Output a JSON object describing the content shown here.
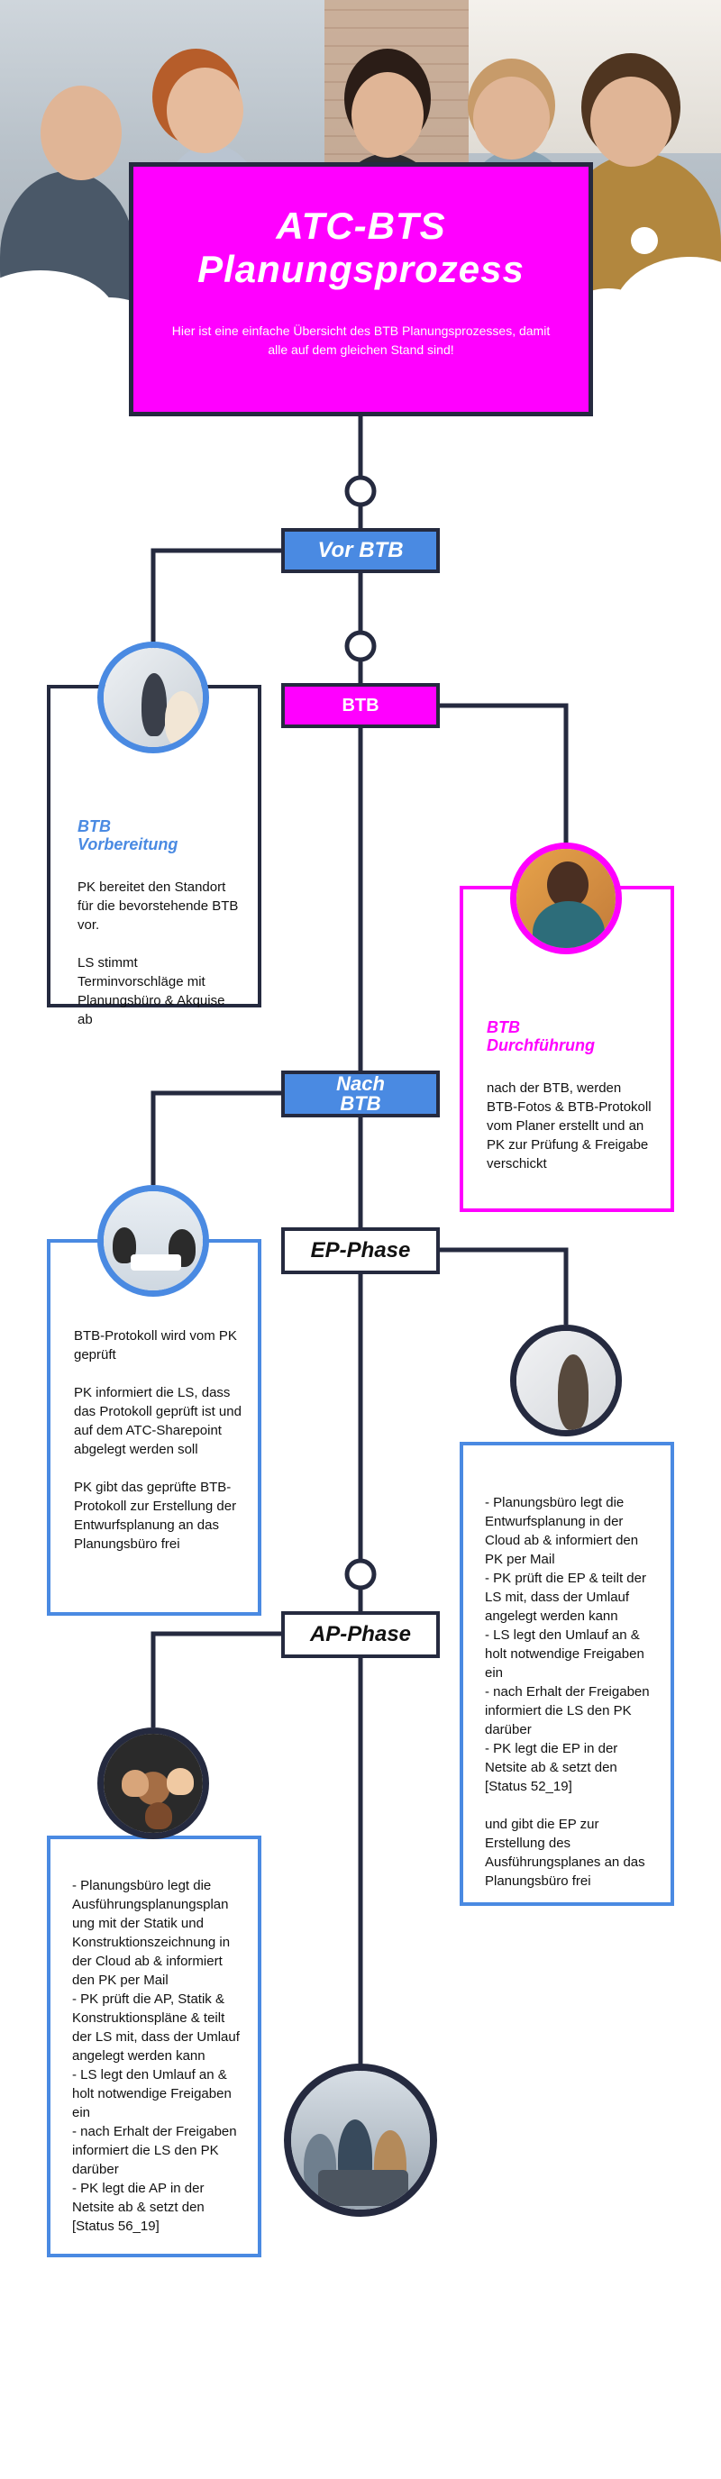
{
  "header": {
    "title": "ATC-BTS\nPlanungsprozess",
    "subtitle": "Hier ist eine einfache Übersicht des BTB Planungsprozesses, damit alle auf dem gleichen Stand sind!"
  },
  "phases": {
    "vor_btb": "Vor BTB",
    "btb": "BTB",
    "nach_btb": "Nach\nBTB",
    "ep": "EP-Phase",
    "ap": "AP-Phase"
  },
  "cards": {
    "vorbereitung": {
      "heading": "BTB\nVorbereitung",
      "body": "PK bereitet den Standort für die bevorstehende BTB vor.\n\nLS stimmt Terminvorschläge mit Planungsbüro & Akquise ab"
    },
    "durchfuehrung": {
      "heading": "BTB\nDurchführung",
      "body": "nach der BTB, werden BTB-Fotos & BTB-Protokoll vom Planer erstellt und an PK zur Prüfung & Freigabe verschickt"
    },
    "protokoll": {
      "body": "BTB-Protokoll wird vom PK geprüft\n\nPK informiert die LS, dass das Protokoll geprüft ist und auf dem ATC-Sharepoint abgelegt werden soll\n\nPK gibt das geprüfte BTB-Protokoll zur Erstellung der Entwurfsplanung an das Planungsbüro frei"
    },
    "ep": {
      "body": "- Planungsbüro legt die Entwurfsplanung in der Cloud ab & informiert den PK per Mail\n- PK prüft die EP & teilt der LS mit, dass der Umlauf angelegt werden kann\n- LS legt den Umlauf an & holt notwendige Freigaben ein\n- nach Erhalt der Freigaben informiert die LS den PK darüber\n- PK legt die EP in der Netsite ab & setzt den [Status 52_19]\n\nund gibt die EP zur Erstellung des Ausführungsplanes an das Planungsbüro frei"
    },
    "ap": {
      "body": "- Planungsbüro legt die Ausführungsplanungsplan ung  mit der Statik und Konstruktionszeichnung in der Cloud ab & informiert den PK per Mail\n- PK prüft die AP, Statik & Konstruktionspläne & teilt der LS mit, dass der Umlauf angelegt werden kann\n- LS legt den Umlauf an & holt notwendige Freigaben ein\n- nach Erhalt der Freigaben informiert die LS den PK darüber\n- PK legt die AP in der Netsite ab & setzt den [Status 56_19]"
    }
  },
  "colors": {
    "navy": "#252a3f",
    "magenta": "#ff00ff",
    "blue": "#4a8ae2",
    "white": "#ffffff"
  }
}
